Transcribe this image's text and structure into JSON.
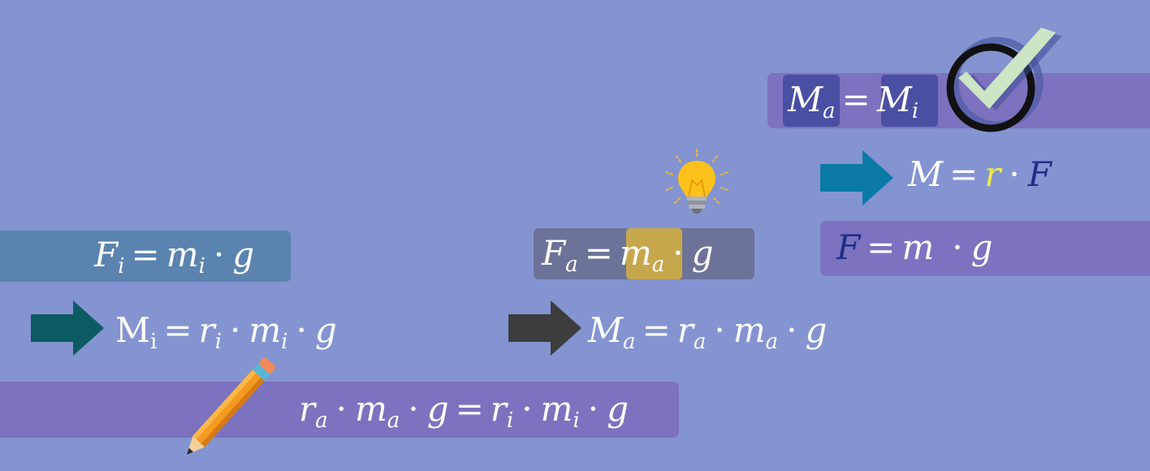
{
  "colors": {
    "background": "#8394d1",
    "bar_blue": "#5a83b0",
    "bar_purple": "#7c72bf",
    "bar_gray": "#6d7398",
    "highlight_gold": "#c7a74c",
    "highlight_navy": "#4b4fa3",
    "arrow_teal": "#0c5b63",
    "arrow_dark": "#3d3d3d",
    "arrow_blue": "#0a7aa5",
    "r_yellow": "#f1e94a",
    "F_navy": "#1d2f86"
  },
  "eq_fi": {
    "F": "F",
    "F_sub": "i",
    "eq": "=",
    "m": "m",
    "m_sub": "i",
    "dot": "·",
    "g": "g"
  },
  "eq_mi": {
    "M": "M",
    "M_sub": "i",
    "eq": "=",
    "r": "r",
    "r_sub": "i",
    "dot1": "·",
    "m": "m",
    "m_sub": "i",
    "dot2": "·",
    "g": "g"
  },
  "eq_balance": {
    "r1": "r",
    "r1_sub": "a",
    "dot1": "·",
    "m1": "m",
    "m1_sub": "a",
    "dot2": "·",
    "g1": "g",
    "eq": "=",
    "r2": "r",
    "r2_sub": "i",
    "dot3": "·",
    "m2": "m",
    "m2_sub": "i",
    "dot4": "·",
    "g2": "g"
  },
  "eq_fa": {
    "F": "F",
    "F_sub": "a",
    "eq": "=",
    "m": "m",
    "m_sub": "a",
    "dot": "·",
    "g": "g"
  },
  "eq_ma": {
    "M": "M",
    "M_sub": "a",
    "eq": "=",
    "r": "r",
    "r_sub": "a",
    "dot1": "·",
    "m": "m",
    "m_sub": "a",
    "dot2": "·",
    "g": "g"
  },
  "eq_equal": {
    "M1": "M",
    "M1_sub": "a",
    "eq": "=",
    "M2": "M",
    "M2_sub": "i"
  },
  "eq_torque": {
    "M": "M",
    "eq": "=",
    "r": "r",
    "dot": "·",
    "F": "F"
  },
  "eq_force": {
    "F": "F",
    "eq": "=",
    "m": "m",
    "dot": "·",
    "g": "g"
  },
  "icons": [
    "right-arrow-icon",
    "pencil-icon",
    "light-bulb-icon",
    "check-mark-icon"
  ]
}
